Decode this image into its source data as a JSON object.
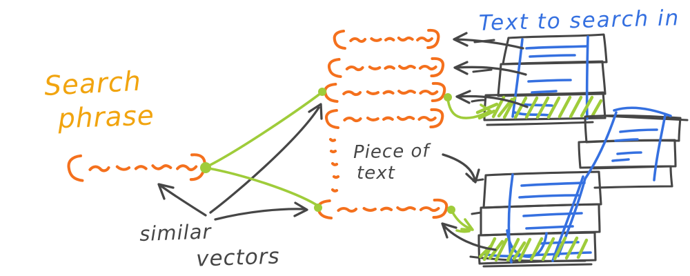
{
  "background": "#ffffff",
  "colors": {
    "phrase_label": "#f1a40f",
    "vector_stroke": "#f4701d",
    "document_blue": "#3570e0",
    "similarity_green": "#9fcc3a",
    "ink_gray": "#464646"
  },
  "labels": {
    "search_phrase_line1": "Search",
    "search_phrase_line2": "phrase",
    "text_to_search_in": "Text to search in",
    "piece_of_text_line1": "Piece of",
    "piece_of_text_line2": "text",
    "similar_vectors_line1": "similar",
    "similar_vectors_line2": "vectors"
  }
}
